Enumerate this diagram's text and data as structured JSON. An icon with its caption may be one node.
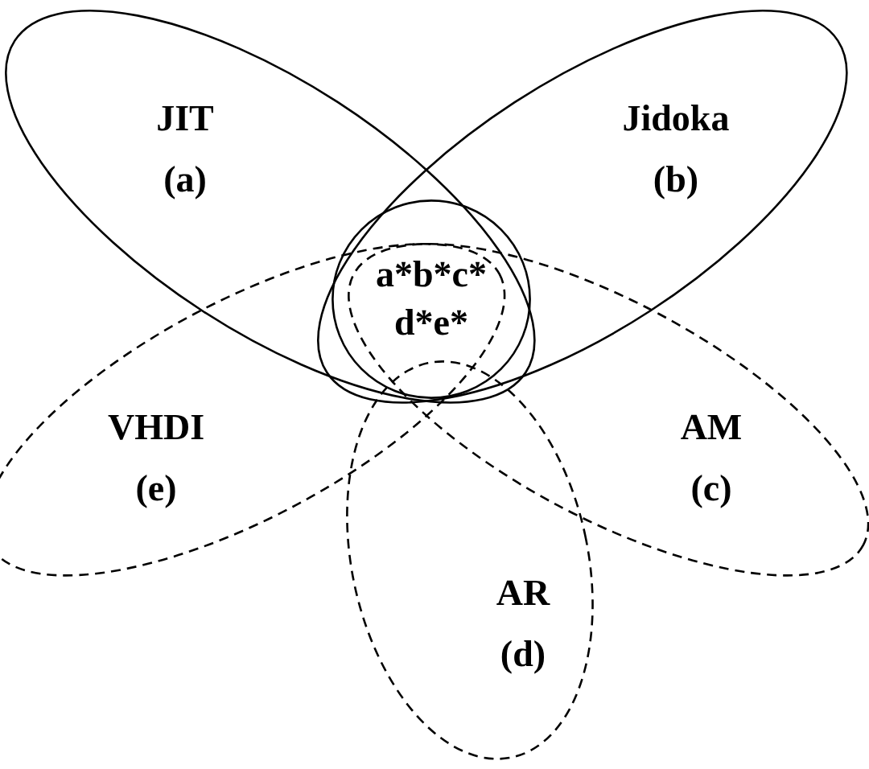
{
  "diagram": {
    "nodes": [
      {
        "text": [
          "JIT",
          "(a)"
        ]
      },
      {
        "text": [
          "Jidoka",
          "(b)"
        ]
      },
      {
        "text": [
          "AM",
          "(c)"
        ]
      },
      {
        "text": [
          "AR",
          "(d)"
        ]
      },
      {
        "text": [
          "VHDI",
          "(e)"
        ]
      },
      {
        "text": [
          "a*b*c* d*e*"
        ]
      }
    ]
  }
}
